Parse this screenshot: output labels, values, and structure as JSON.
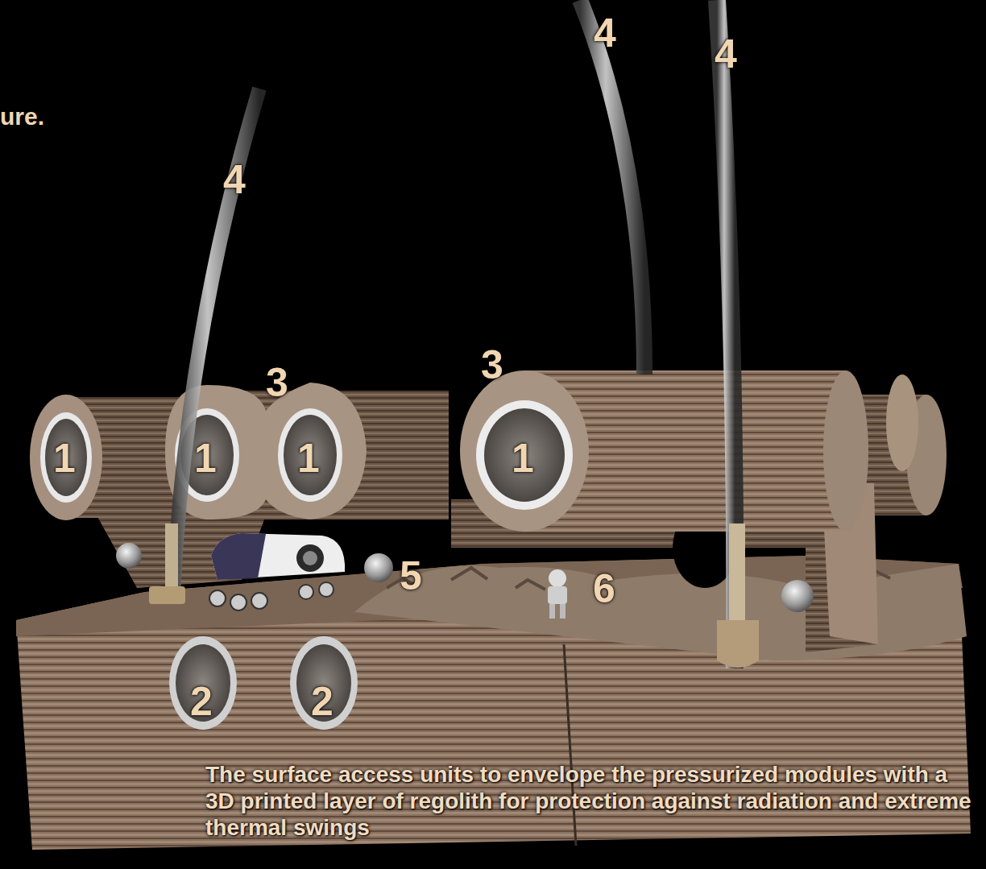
{
  "diagram": {
    "caption": "The surface access units to envelope the pressurized modules with a 3D printed layer of regolith for protection against radiation and extreme thermal swings",
    "labels": [
      "ure.",
      "4",
      "4",
      "4",
      "3",
      "3",
      "1",
      "1",
      "1",
      "1",
      "2",
      "2",
      "5",
      "6"
    ]
  }
}
